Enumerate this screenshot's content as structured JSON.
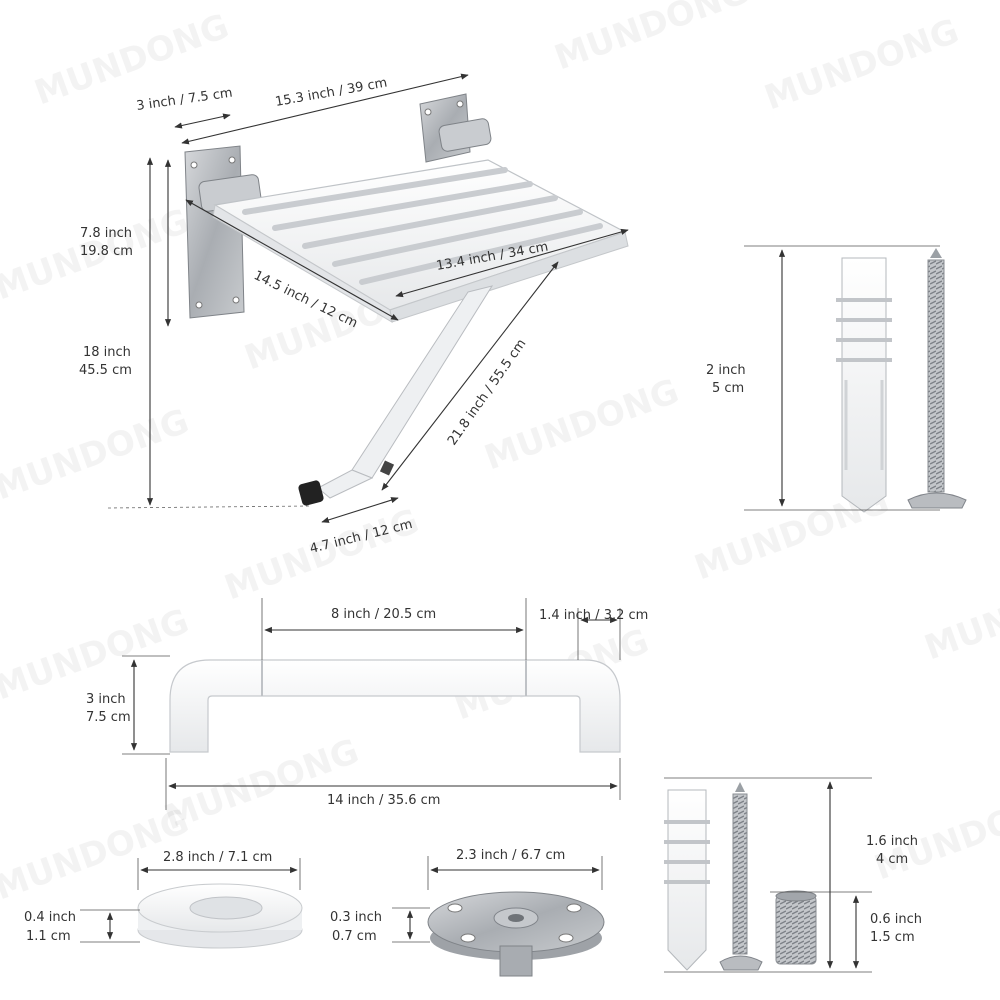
{
  "watermark": "MUNDONG",
  "colors": {
    "steel": "#b9bcc0",
    "steel_dark": "#8d9196",
    "white_part": "#f4f5f6",
    "line": "#333333",
    "rubber": "#222222"
  },
  "seat": {
    "top_dim_small": "3 inch / 7.5 cm",
    "top_dim_width": "15.3 inch / 39 cm",
    "height_upper_in": "7.8 inch",
    "height_upper_cm": "19.8 cm",
    "height_total_in": "18 inch",
    "height_total_cm": "45.5 cm",
    "seat_depth": "14.5 inch / 12 cm",
    "seat_width": "13.4 inch / 34 cm",
    "leg_length": "21.8 inch / 55.5 cm",
    "foot_width": "4.7 inch / 12 cm"
  },
  "anchor_large": {
    "height_in": "2 inch",
    "height_cm": "5 cm"
  },
  "handle": {
    "grip_length": "8 inch / 20.5 cm",
    "end_length": "1.4 inch / 3.2 cm",
    "height_in": "3 inch",
    "height_cm": "7.5 cm",
    "total_length": "14 inch / 35.6 cm"
  },
  "ring_cover": {
    "diameter": "2.8 inch / 7.1 cm",
    "thickness_in": "0.4 inch",
    "thickness_cm": "1.1 cm"
  },
  "mount_plate": {
    "diameter": "2.3 inch / 6.7 cm",
    "thickness_in": "0.3 inch",
    "thickness_cm": "0.7 cm"
  },
  "screw_set": {
    "long_in": "1.6 inch",
    "long_cm": "4 cm",
    "short_in": "0.6 inch",
    "short_cm": "1.5 cm"
  }
}
